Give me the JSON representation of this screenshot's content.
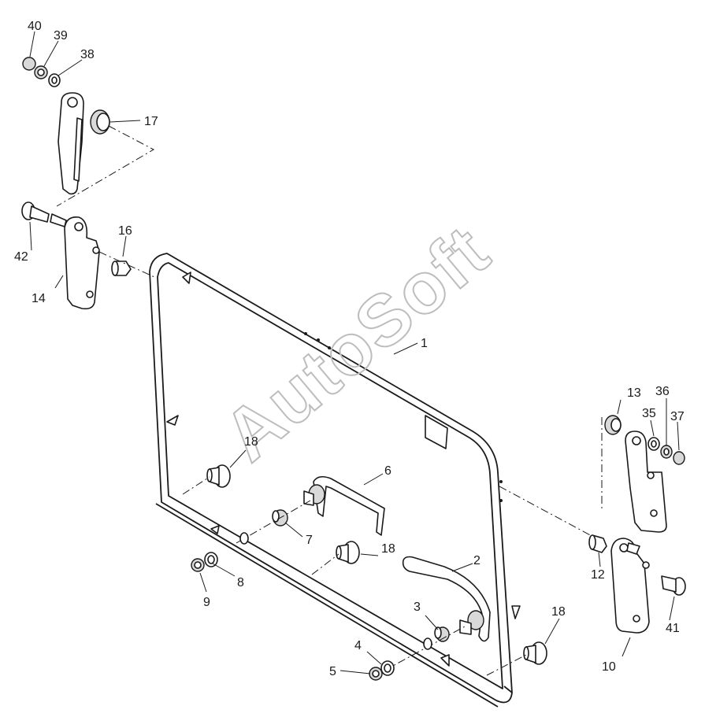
{
  "watermark": "AutoSoft",
  "callouts": {
    "c1": "1",
    "c2": "2",
    "c3": "3",
    "c4": "4",
    "c5": "5",
    "c6": "6",
    "c7": "7",
    "c8": "8",
    "c9": "9",
    "c10": "10",
    "c12": "12",
    "c13": "13",
    "c14": "14",
    "c16": "16",
    "c17": "17",
    "c18a": "18",
    "c18b": "18",
    "c18c": "18",
    "c35": "35",
    "c36": "36",
    "c37": "37",
    "c38": "38",
    "c39": "39",
    "c40": "40",
    "c41": "41",
    "c42": "42"
  }
}
